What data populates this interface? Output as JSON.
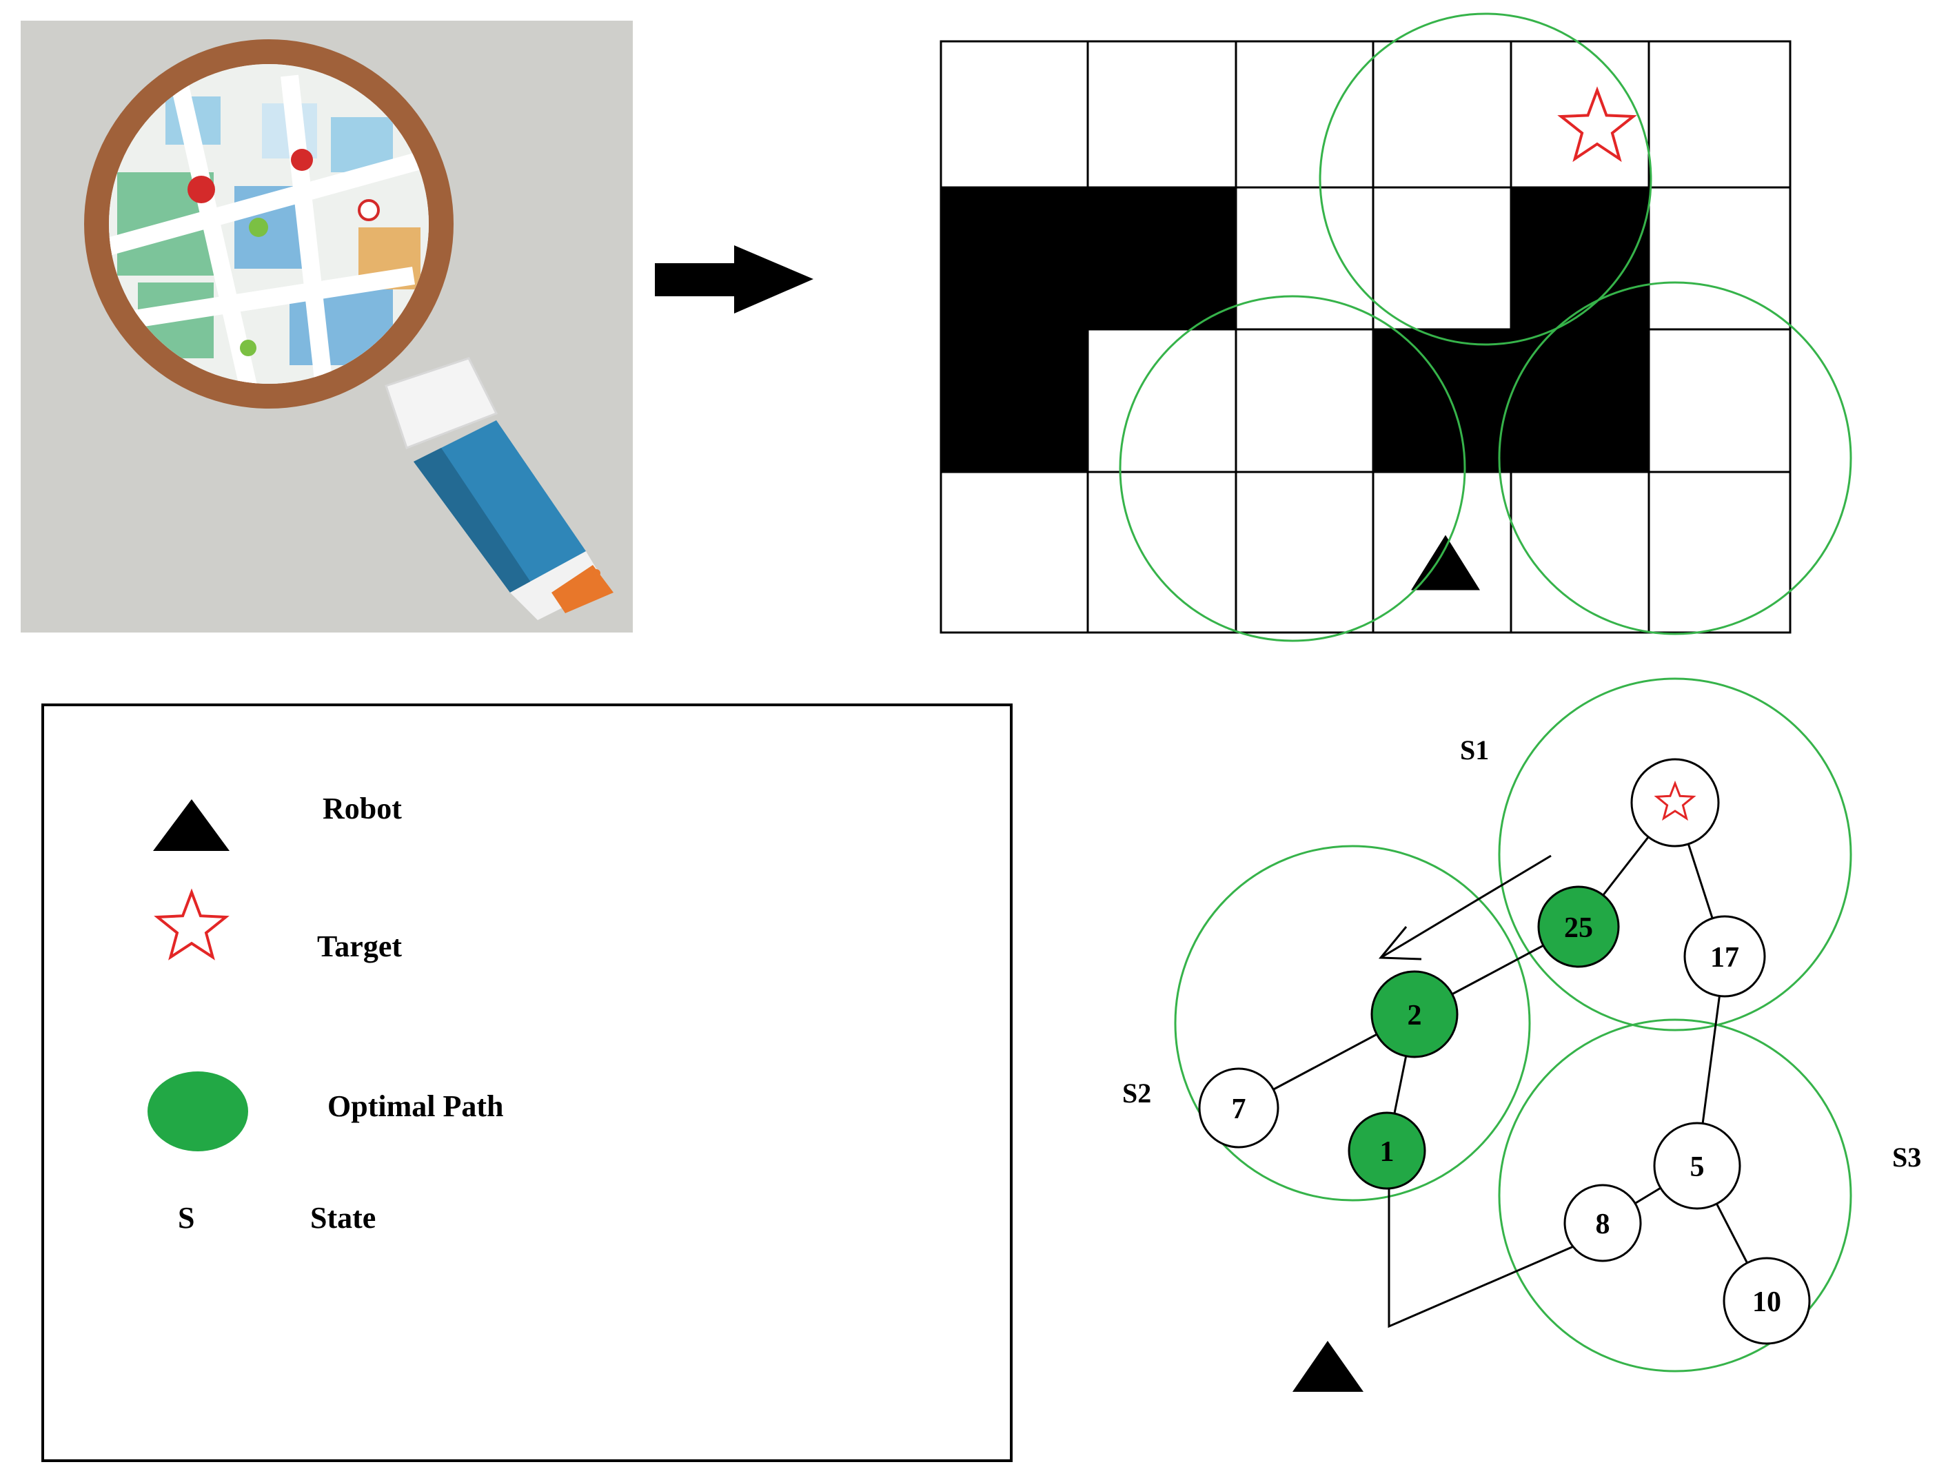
{
  "grid": {
    "rows": 4,
    "cols": 6,
    "cells": [
      [
        0,
        0,
        0,
        0,
        0,
        0
      ],
      [
        1,
        1,
        0,
        0,
        1,
        0
      ],
      [
        1,
        0,
        0,
        1,
        1,
        0
      ],
      [
        0,
        0,
        0,
        0,
        0,
        0
      ]
    ],
    "target_cell": [
      0,
      4
    ],
    "robot_cell": [
      3,
      3
    ]
  },
  "legend": {
    "items": [
      {
        "symbol": "triangle-icon",
        "label": "Robot"
      },
      {
        "symbol": "star-icon",
        "label": "Target"
      },
      {
        "symbol": "green-dot-icon",
        "label": "Optimal Path"
      },
      {
        "symbol": "text",
        "symbol_text": "S",
        "label": "State"
      }
    ]
  },
  "tree": {
    "states": [
      "S1",
      "S2",
      "S3"
    ],
    "nodes": [
      {
        "id": "target",
        "label": "",
        "optimal": false,
        "star": true
      },
      {
        "id": "n25",
        "label": "25",
        "optimal": true
      },
      {
        "id": "n17",
        "label": "17",
        "optimal": false
      },
      {
        "id": "n2",
        "label": "2",
        "optimal": true
      },
      {
        "id": "n7",
        "label": "7",
        "optimal": false
      },
      {
        "id": "n1",
        "label": "1",
        "optimal": true
      },
      {
        "id": "n5",
        "label": "5",
        "optimal": false
      },
      {
        "id": "n8",
        "label": "8",
        "optimal": false
      },
      {
        "id": "n10",
        "label": "10",
        "optimal": false
      }
    ],
    "edges": [
      [
        "target",
        "n25"
      ],
      [
        "target",
        "n17"
      ],
      [
        "n25",
        "n2"
      ],
      [
        "n2",
        "n7"
      ],
      [
        "n2",
        "n1"
      ],
      [
        "n17",
        "n5"
      ],
      [
        "n5",
        "n8"
      ],
      [
        "n5",
        "n10"
      ]
    ]
  },
  "colors": {
    "circle": "#36b34a",
    "optimal_fill": "#22a845",
    "star": "#e32626",
    "obstacle": "#000000",
    "magnifier_bg": "#cfcfcb",
    "lens_frame": "#a0613a",
    "handle": "#2f86b8"
  }
}
